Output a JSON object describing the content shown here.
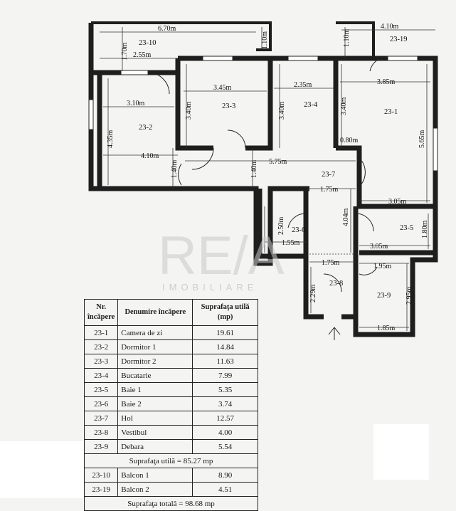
{
  "dimensions": {
    "d_670": "6.70m",
    "d_110a": "1.10m",
    "d_170": "1.70m",
    "d_255": "2.55m",
    "d_410_top": "4.10m",
    "d_110b": "1.10m",
    "d_345": "3.45m",
    "d_340a": "3.40m",
    "d_235": "2.35m",
    "d_340b": "3.40m",
    "d_385": "3.85m",
    "d_340c": "3.40m",
    "d_310": "3.10m",
    "d_435": "4.35m",
    "d_565": "5.65m",
    "d_080": "0.80m",
    "d_410_bot": "4.10m",
    "d_140a": "1.40m",
    "d_575": "5.75m",
    "d_140b": "1.40m",
    "d_175a": "1.75m",
    "d_404": "4.04m",
    "d_305a": "3.05m",
    "d_250": "2.50m",
    "d_155": "1.55m",
    "d_180": "1.80m",
    "d_305b": "3.05m",
    "d_175b": "1.75m",
    "d_195": "1.95m",
    "d_229": "2.29m",
    "d_295": "2.95m",
    "d_185": "1.85m"
  },
  "rooms": {
    "r10": "23-10",
    "r19": "23-19",
    "r3": "23-3",
    "r4": "23-4",
    "r1": "23-1",
    "r2": "23-2",
    "r7": "23-7",
    "r6": "23-6",
    "r5": "23-5",
    "r8": "23-8",
    "r9": "23-9"
  },
  "watermark": {
    "brand": "RE/A",
    "sub": "IMOBILIARE"
  },
  "table": {
    "headers": [
      "Nr. încăpere",
      "Denumire încăpere",
      "Suprafaţa utilă (mp)"
    ],
    "rows": [
      {
        "nr": "23-1",
        "name": "Camera de zi",
        "area": "19.61"
      },
      {
        "nr": "23-2",
        "name": "Dormitor 1",
        "area": "14.84"
      },
      {
        "nr": "23-3",
        "name": "Dormitor 2",
        "area": "11.63"
      },
      {
        "nr": "23-4",
        "name": "Bucatarie",
        "area": "7.99"
      },
      {
        "nr": "23-5",
        "name": "Baie 1",
        "area": "5.35"
      },
      {
        "nr": "23-6",
        "name": "Baie 2",
        "area": "3.74"
      },
      {
        "nr": "23-7",
        "name": "Hol",
        "area": "12.57"
      },
      {
        "nr": "23-8",
        "name": "Vestibul",
        "area": "4.00"
      },
      {
        "nr": "23-9",
        "name": "Debara",
        "area": "5.54"
      }
    ],
    "useful_total": "Suprafaţa utilă =  85.27 mp",
    "balconies": [
      {
        "nr": "23-10",
        "name": "Balcon 1",
        "area": "8.90"
      },
      {
        "nr": "23-19",
        "name": "Balcon 2",
        "area": "4.51"
      }
    ],
    "grand_total": "Suprafaţa totală = 98.68 mp"
  }
}
